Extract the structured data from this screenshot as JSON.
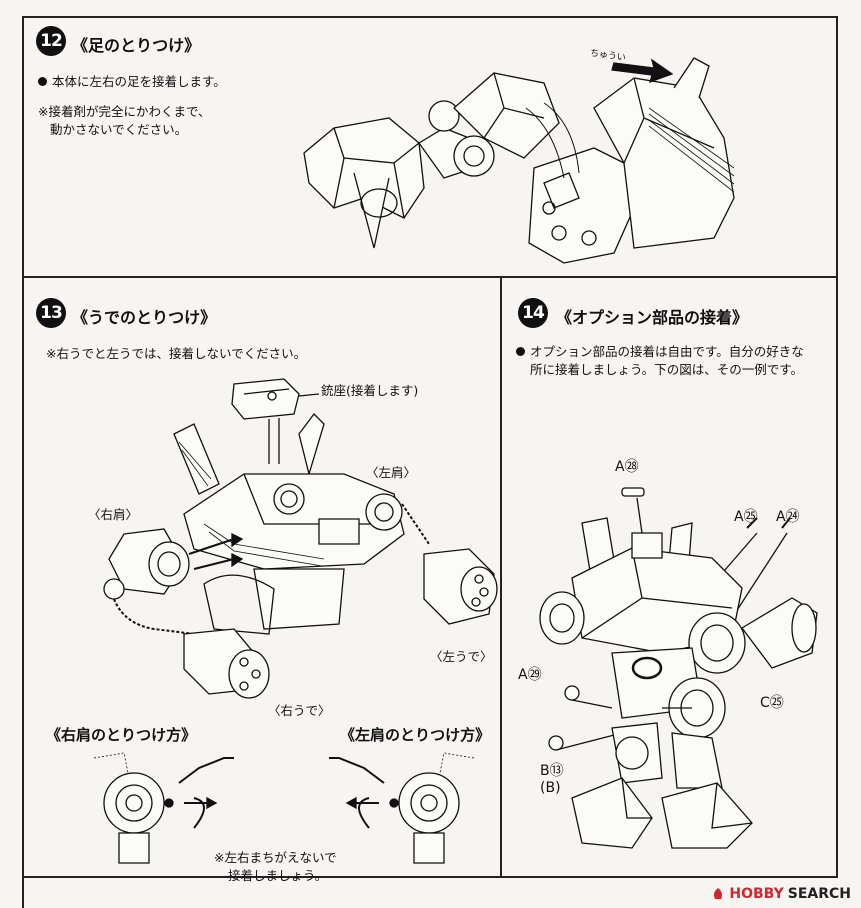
{
  "step12": {
    "number": "12",
    "title": "《足のとりつけ》",
    "bullet_note": "本体に左右の足を接着します。",
    "caution_line1": "※接着剤が完全にかわくまで、",
    "caution_line2": "動かさないでください。",
    "arrow_label": "ちゅうい"
  },
  "step13": {
    "number": "13",
    "title": "《うでのとりつけ》",
    "caution": "※右うでと左うでは、接着しないでください。",
    "label_gun_mount": "銃座(接着します)",
    "label_left_shoulder": "〈左肩〉",
    "label_right_shoulder": "〈右肩〉",
    "label_left_arm": "〈左うで〉",
    "label_right_arm": "〈右うで〉",
    "howto_right": "《右肩のとりつけ方》",
    "howto_left": "《左肩のとりつけ方》",
    "warning_line1": "※左右まちがえないで",
    "warning_line2": "接着しましょう。"
  },
  "step14": {
    "number": "14",
    "title": "《オプション部品の接着》",
    "note_line1": "オプション部品の接着は自由です。自分の好きな",
    "note_line2": "所に接着しましょう。下の図は、その一例です。",
    "part_a28": "A㉘",
    "part_a25": "A㉕",
    "part_a24": "A㉔",
    "part_a29": "A㉙",
    "part_c25": "C㉕",
    "part_b13": "B⑬",
    "part_b": "(B)"
  },
  "watermark": {
    "hobby": "HOBBY",
    "search": "SEARCH"
  },
  "colors": {
    "background": "#f6f5f1",
    "ink": "#111111",
    "watermark_red": "#d0282f"
  }
}
